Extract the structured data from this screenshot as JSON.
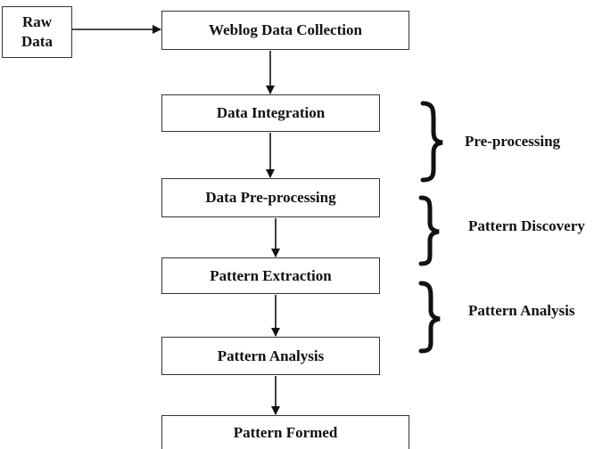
{
  "raw_data": {
    "line1": "Raw",
    "line2": "Data"
  },
  "steps": {
    "collection": "Weblog Data Collection",
    "integration": "Data Integration",
    "preprocessing": "Data Pre-processing",
    "extraction": "Pattern Extraction",
    "analysis": "Pattern Analysis",
    "formed": "Pattern Formed"
  },
  "stages": {
    "preprocessing": "Pre-processing",
    "discovery": "Pattern Discovery",
    "analysis": "Pattern Analysis"
  }
}
